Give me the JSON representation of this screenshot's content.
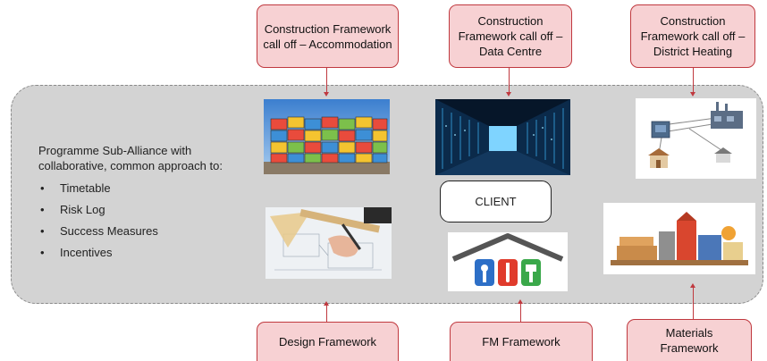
{
  "frameworks": {
    "top": [
      {
        "label": "Construction Framework call off – Accommodation"
      },
      {
        "label": "Construction Framework call off – Data Centre"
      },
      {
        "label": "Construction Framework call off – District Heating"
      }
    ],
    "bottom": [
      {
        "label": "Design Framework"
      },
      {
        "label": "FM Framework"
      },
      {
        "label": "Materials Framework"
      }
    ]
  },
  "sub_alliance": {
    "intro": "Programme Sub-Alliance with collaborative, common approach to:",
    "items": [
      "Timetable",
      "Risk Log",
      "Success Measures",
      "Incentives"
    ]
  },
  "client": {
    "label": "CLIENT"
  },
  "colors": {
    "box_fill": "#f7d1d3",
    "box_border": "#c0393f",
    "alliance_fill": "#d3d3d3"
  },
  "images": [
    "modular-accommodation-photo",
    "data-centre-corridor-photo",
    "district-heating-network-illustration",
    "design-drawing-photo",
    "fm-house-tools-logo",
    "building-materials-photo"
  ]
}
